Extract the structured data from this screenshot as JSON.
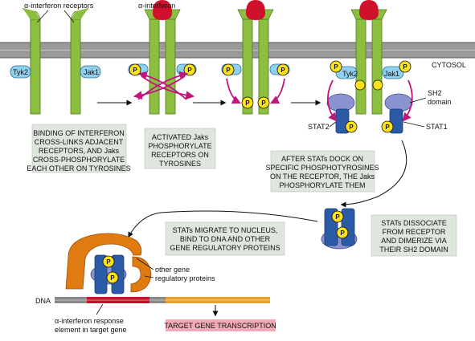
{
  "labels": {
    "receptors": "α-interferon receptors",
    "interferon": "α-interferon",
    "cytosol": "CYTOSOL",
    "tyk2": "Tyk2",
    "jak1": "Jak1",
    "sh2_line1": "SH2",
    "sh2_line2": "domain",
    "stat2": "STAT2",
    "stat1": "STAT1",
    "phospho": "P",
    "other_gene_line1": "other gene",
    "other_gene_line2": "regulatory proteins",
    "dna": "DNA",
    "response_line1": "α-interferon response",
    "response_line2": "element in target gene",
    "transcription": "TARGET GENE TRANSCRIPTION"
  },
  "captions": {
    "step1": [
      "BINDING OF INTERFERON",
      "CROSS-LINKS ADJACENT",
      "RECEPTORS, AND Jaks",
      "CROSS-PHOSPHORYLATE",
      "EACH OTHER ON TYROSINES"
    ],
    "step2": [
      "ACTIVATED Jaks",
      "PHOSPHORYLATE",
      "RECEPTORS ON",
      "TYROSINES"
    ],
    "step3": [
      "AFTER STATs DOCK ON",
      "SPECIFIC PHOSPHOTYROSINES",
      "ON THE RECEPTOR, THE Jaks",
      "PHOSPHORYLATE THEM"
    ],
    "step4": [
      "STATs DISSOCIATE",
      "FROM RECEPTOR",
      "AND DIMERIZE VIA",
      "THEIR SH2 DOMAIN"
    ],
    "step5": [
      "STATs MIGRATE TO NUCLEUS,",
      "BIND TO DNA AND OTHER",
      "GENE REGULATORY PROTEINS"
    ]
  },
  "colors": {
    "membrane": "#9a9a9a",
    "receptor": "#8cbf3f",
    "receptor_stroke": "#4f7a1e",
    "interferon": "#d0112b",
    "jak": "#8fd0ee",
    "stat_dark": "#2b5aa6",
    "stat_light": "#8a93cf",
    "phosphate": "#ffe21a",
    "arrow_magenta": "#c0157a",
    "caption_box": "#dfe6de",
    "regulatory_protein": "#e07b12",
    "dna_red": "#c81028",
    "dna_orange": "#e8a02a",
    "transcription_box": "#f3aab8"
  }
}
